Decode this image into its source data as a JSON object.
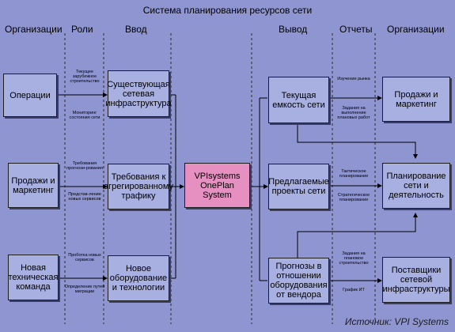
{
  "diagram": {
    "title": "Система планирования ресурсов сети",
    "headers": {
      "org_left": "Организации",
      "roles": "Роли",
      "input": "Ввод",
      "output": "Вывод",
      "reports": "Отчеты",
      "org_right": "Организации"
    },
    "left_orgs": [
      "Операции",
      "Продажи и маркетинг",
      "Новая техническая команда"
    ],
    "inputs": [
      "Существующая сетевая инфраструктура",
      "Требования к агрегированному трафику",
      "Новое оборудование и технологии"
    ],
    "center": "VPIsystems OnePlan System",
    "outputs": [
      "Текущая емкость сети",
      "Предлагаемые проекты сети",
      "Прогнозы в отношении оборудования от вендора"
    ],
    "right_orgs": [
      "Продажи и маркетинг",
      "Планирование сети и деятельность",
      "Поставщики сетевой инфраструктуры"
    ],
    "role_labels": [
      "Текущее зарубежное строительство",
      "Мониторинг состояния сети",
      "Требования прогнози-рования",
      "Представ-ление новых сервисов",
      "Проботка новых сервисов",
      "Определение путей миграции"
    ],
    "report_labels": [
      "Изучение рынка",
      "Задания на выполнение плановых работ",
      "Тактическое планирование",
      "Стратегическое планирование",
      "Задания на плановое строительство",
      "График ИТ"
    ],
    "source": "Источник: VPI Systems",
    "colors": {
      "background": "#8E95D0",
      "box": "#A8AFE1",
      "center_box": "#E68FC1"
    }
  }
}
